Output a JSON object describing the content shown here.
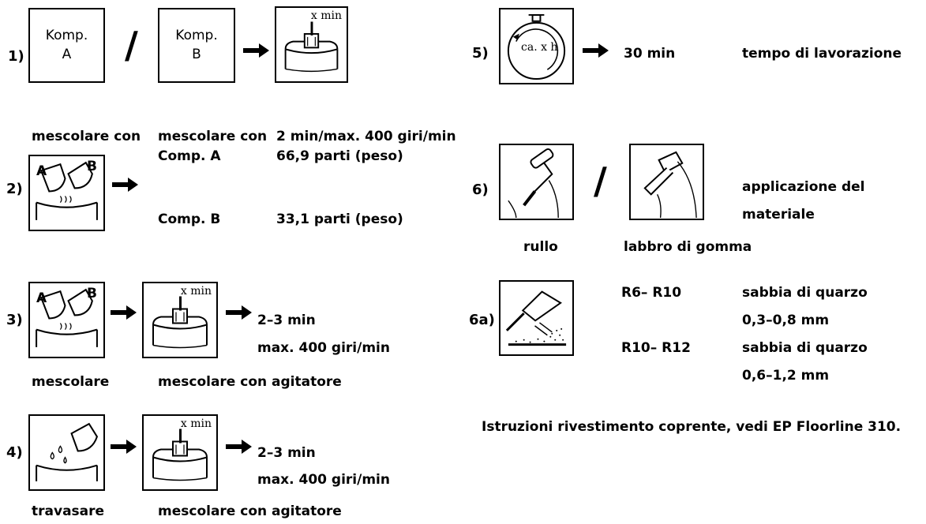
{
  "steps": {
    "s1": {
      "num": "1)",
      "comp_a": [
        "Komp.",
        "A"
      ],
      "comp_b": [
        "Komp.",
        "B"
      ],
      "mixer_label": "x min",
      "caption_a": "mescolare con",
      "caption_b": "mescolare con",
      "caption_c": "2 min/max. 400 giri/min"
    },
    "s2": {
      "num": "2)",
      "mix_label_a": "A",
      "mix_label_b": "B",
      "comp_a": "Comp. A",
      "comp_a_value": "66,9 parti (peso)",
      "comp_b": "Comp. B",
      "comp_b_value": "33,1 parti (peso)"
    },
    "s3": {
      "num": "3)",
      "mix_label_a": "A",
      "mix_label_b": "B",
      "mixer_label": "x min",
      "time": "2–3 min",
      "speed": "max. 400 giri/min",
      "caption_a": "mescolare",
      "caption_b": "mescolare con agitatore"
    },
    "s4": {
      "num": "4)",
      "mixer_label": "x min",
      "time": "2–3 min",
      "speed": "max. 400 giri/min",
      "caption_a": "travasare",
      "caption_b": "mescolare con agitatore"
    },
    "s5": {
      "num": "5)",
      "clock_label": "ca. x h",
      "time": "30 min",
      "desc": "tempo di lavorazione"
    },
    "s6": {
      "num": "6)",
      "desc_line1": "applicazione del",
      "desc_line2": "materiale",
      "caption_a": "rullo",
      "caption_b": "labbro di gomma"
    },
    "s6a": {
      "num": "6a)",
      "r1_label": "R6– R10",
      "r1_material": "sabbia di quarzo",
      "r1_size": "0,3–0,8 mm",
      "r2_label": "R10– R12",
      "r2_material": "sabbia di quarzo",
      "r2_size": "0,6–1,2 mm"
    }
  },
  "footer_note": "Istruzioni rivestimento coprente, vedi EP Floorline 310."
}
